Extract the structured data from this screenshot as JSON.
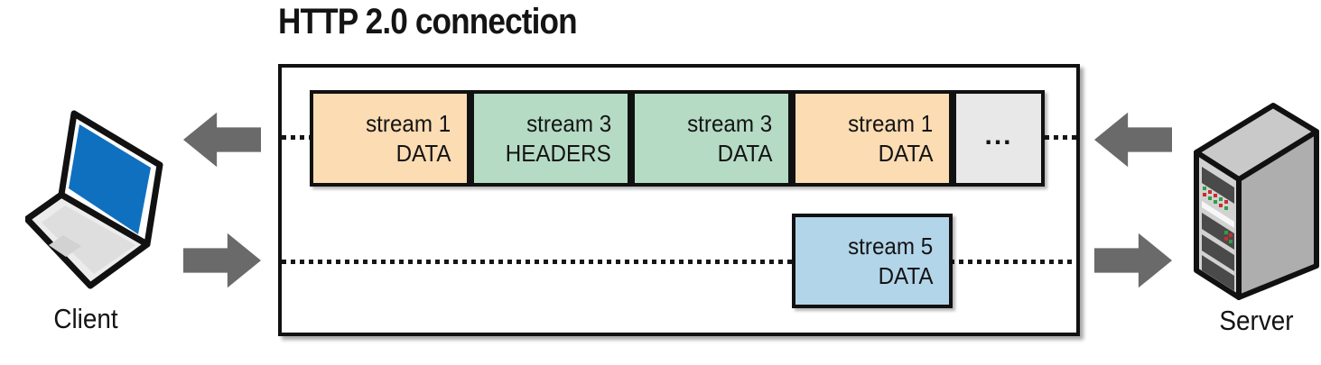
{
  "title": "HTTP 2.0 connection",
  "client": {
    "label": "Client",
    "icon": "laptop-icon"
  },
  "server": {
    "label": "Server",
    "icon": "server-tower-icon"
  },
  "arrows": {
    "client_top": "arrow-left",
    "client_bottom": "arrow-right",
    "server_top": "arrow-left",
    "server_bottom": "arrow-right"
  },
  "connection": {
    "row1": {
      "frames": [
        {
          "stream": "stream 1",
          "type": "DATA",
          "fill": "#fbdcb3"
        },
        {
          "stream": "stream 3",
          "type": "HEADERS",
          "fill": "#b5dbc5"
        },
        {
          "stream": "stream 3",
          "type": "DATA",
          "fill": "#b5dbc5"
        },
        {
          "stream": "stream 1",
          "type": "DATA",
          "fill": "#fbdcb3"
        },
        {
          "label": "...",
          "fill": "#e8e8e8"
        }
      ]
    },
    "row2": {
      "frames": [
        {
          "stream": "stream 5",
          "type": "DATA",
          "fill": "#b3d5e9"
        }
      ]
    }
  },
  "colors": {
    "frame_border": "#111111",
    "box_border": "#111111",
    "dotted_line": "#161616",
    "arrow": "#6a6a6a",
    "laptop_screen": "#1070c0",
    "server_body": "#b0b0b0",
    "led_red": "#cc2b2b",
    "led_green": "#2f9e44"
  }
}
